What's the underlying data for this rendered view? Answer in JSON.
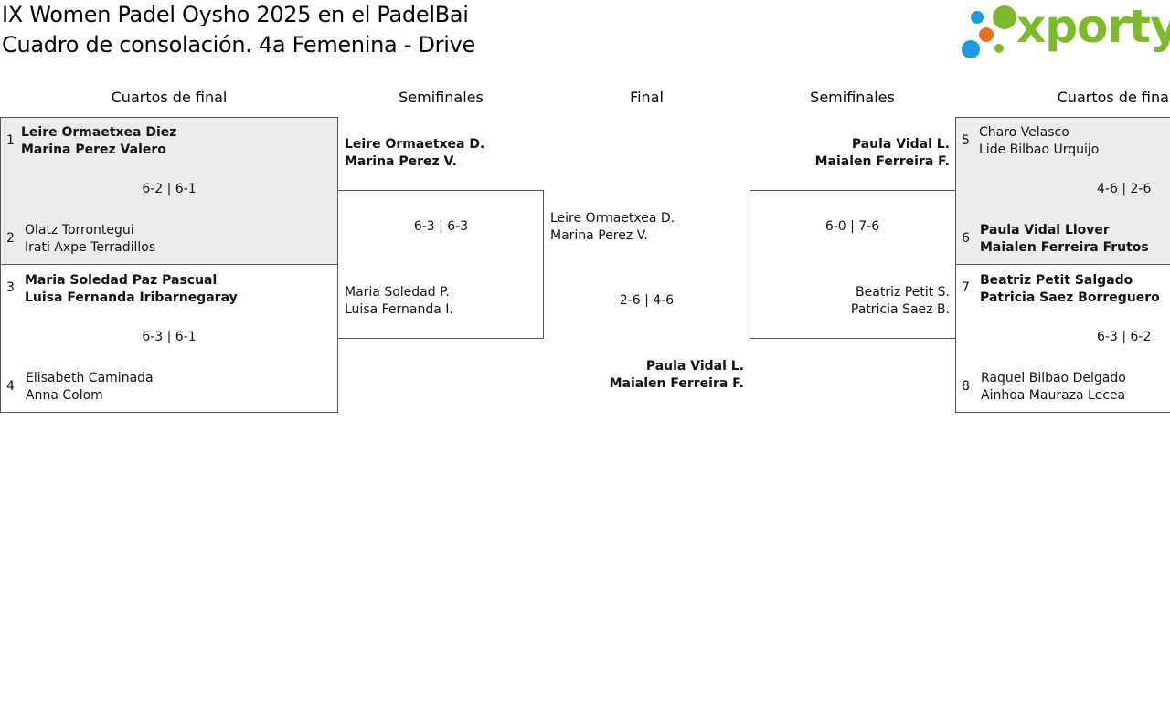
{
  "header": {
    "title_line1": "IX Women Padel Oysho 2025 en el PadelBai",
    "title_line2": "Cuadro de consolación. 4a Femenina - Drive"
  },
  "logo": {
    "text": "xporty",
    "colors": {
      "brand_green": "#7dba2a",
      "dot_blue": "#1a9de0",
      "dot_orange": "#e8731a"
    }
  },
  "rounds": {
    "left_quarters": "Cuartos de final",
    "left_semis": "Semifinales",
    "final": "Final",
    "right_semis": "Semifinales",
    "right_quarters": "Cuartos de final"
  },
  "left_quarters": [
    {
      "top": {
        "seed": "1",
        "p1": "Leire Ormaetxea Diez",
        "p2": "Marina Perez Valero"
      },
      "score": "6-2 | 6-1",
      "bottom": {
        "seed": "2",
        "p1": "Olatz Torrontegui",
        "p2": "Irati Axpe Terradillos"
      }
    },
    {
      "top": {
        "seed": "3",
        "p1": "Maria Soledad Paz Pascual",
        "p2": "Luisa Fernanda Iribarnegaray"
      },
      "score": "6-3 | 6-1",
      "bottom": {
        "seed": "4",
        "p1": "Elisabeth Caminada",
        "p2": "Anna Colom"
      }
    }
  ],
  "left_semi": {
    "top": {
      "p1": "Leire Ormaetxea D.",
      "p2": "Marina Perez V."
    },
    "score": "6-3 | 6-3",
    "bottom": {
      "p1": "Maria Soledad P.",
      "p2": "Luisa Fernanda I."
    }
  },
  "final": {
    "top": {
      "p1": "Leire Ormaetxea D.",
      "p2": "Marina Perez V."
    },
    "score": "2-6 | 4-6",
    "winner": {
      "p1": "Paula Vidal L.",
      "p2": "Maialen Ferreira F."
    }
  },
  "right_semi": {
    "top": {
      "p1": "Paula Vidal L.",
      "p2": "Maialen Ferreira F."
    },
    "score": "6-0 | 7-6",
    "bottom": {
      "p1": "Beatriz Petit S.",
      "p2": "Patricia Saez B."
    }
  },
  "right_quarters": [
    {
      "top": {
        "seed": "5",
        "p1": "Charo Velasco",
        "p2": "Lide Bilbao Urquijo"
      },
      "score": "4-6 | 2-6",
      "bottom": {
        "seed": "6",
        "p1": "Paula Vidal Llover",
        "p2": "Maialen Ferreira Frutos"
      }
    },
    {
      "top": {
        "seed": "7",
        "p1": "Beatriz Petit Salgado",
        "p2": "Patricia Saez Borreguero"
      },
      "score": "6-3 | 6-2",
      "bottom": {
        "seed": "8",
        "p1": "Raquel Bilbao Delgado",
        "p2": "Ainhoa Mauraza Lecea"
      }
    }
  ]
}
